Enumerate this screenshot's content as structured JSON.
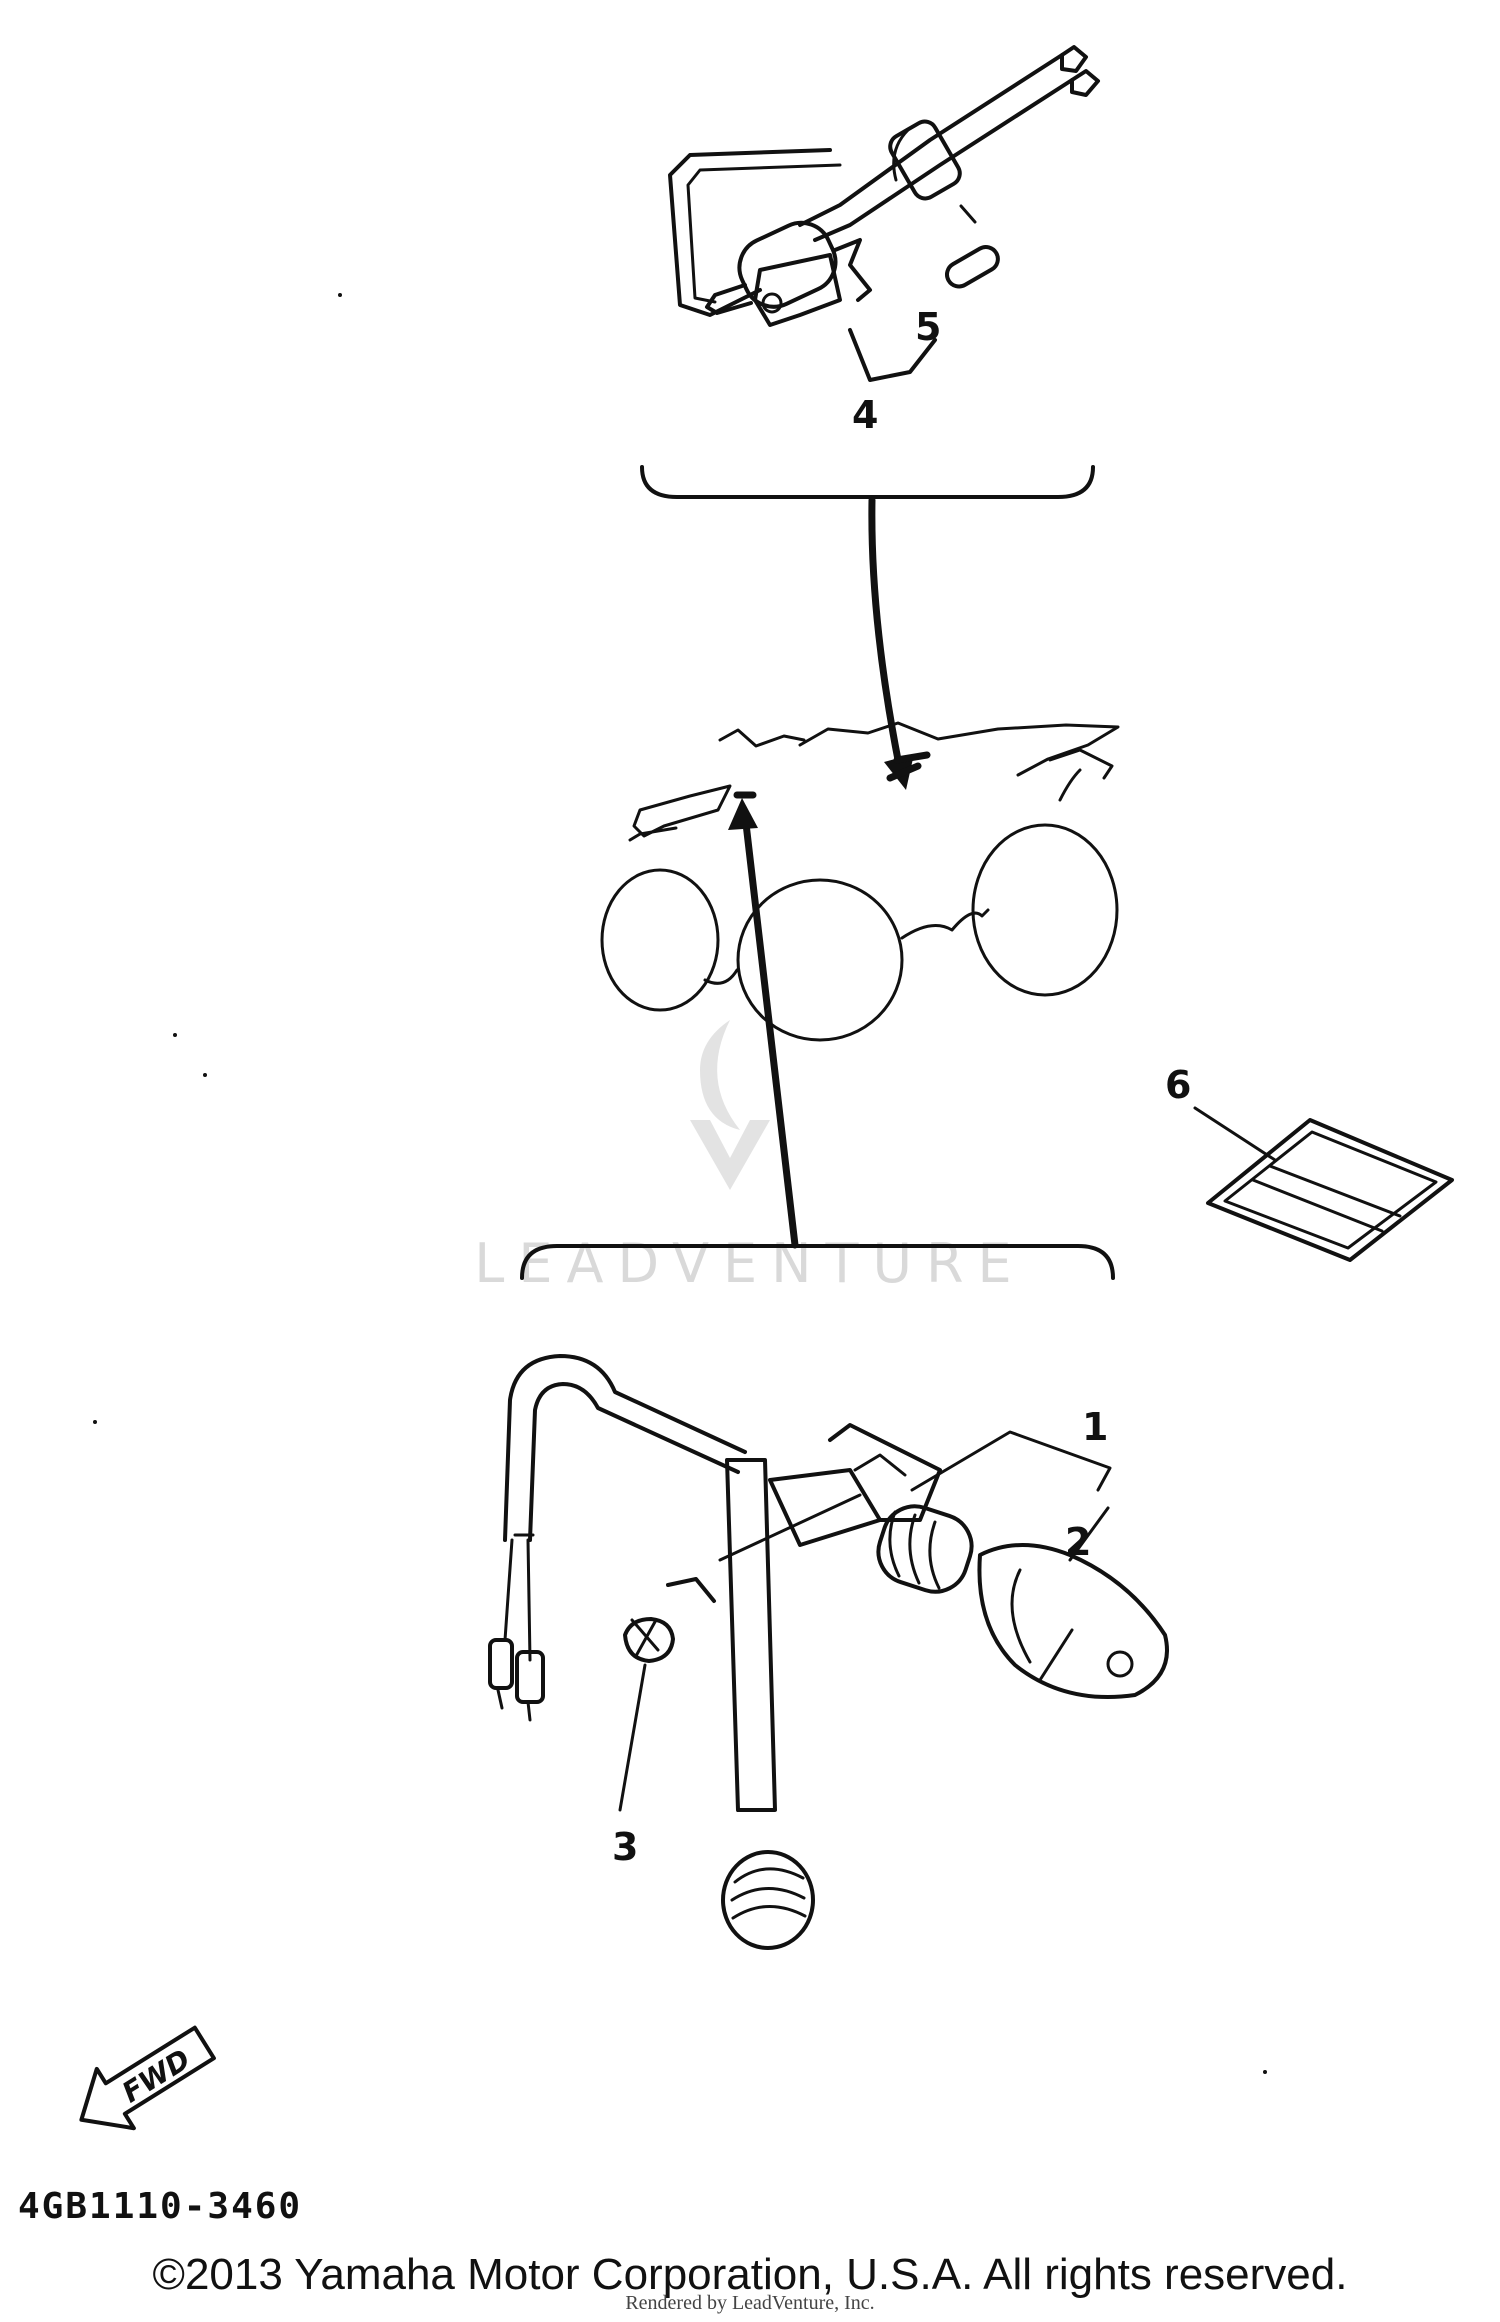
{
  "callouts": {
    "c1": "1",
    "c2": "2",
    "c3": "3",
    "c4": "4",
    "c5": "5",
    "c6": "6"
  },
  "fwd_label": "FWD",
  "part_number": "4GB1110-3460",
  "copyright": "©2013 Yamaha Motor Corporation, U.S.A. All rights reserved.",
  "rendered_by": "Rendered by LeadVenture, Inc.",
  "watermark_text": "LEADVENTURE"
}
